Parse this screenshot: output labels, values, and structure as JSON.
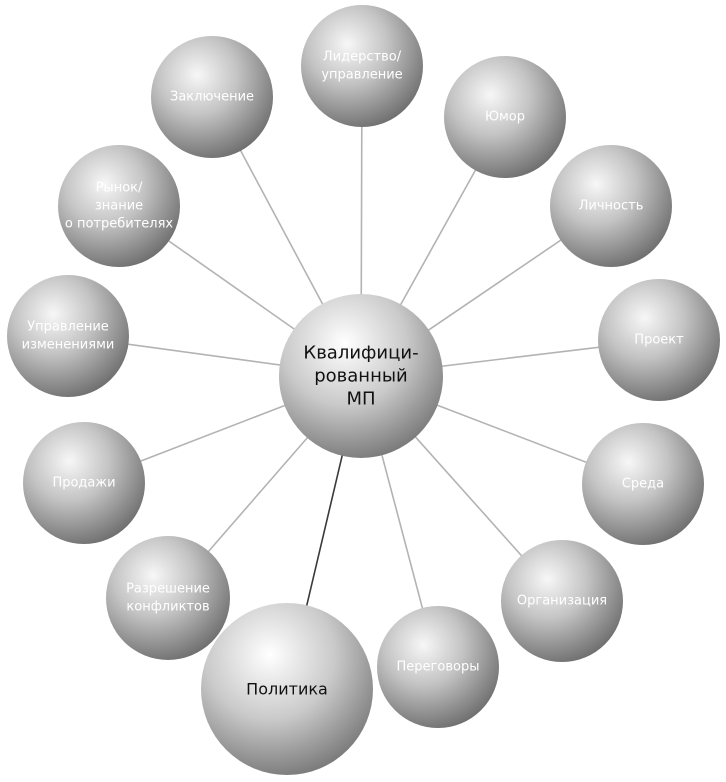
{
  "center": {
    "lines": [
      "Квалифици-",
      "рованный",
      "МП"
    ]
  },
  "nodes": [
    {
      "id": "leadership",
      "lines": [
        "Лидерство/",
        "управление"
      ]
    },
    {
      "id": "humor",
      "lines": [
        "Юмор"
      ]
    },
    {
      "id": "personality",
      "lines": [
        "Личность"
      ]
    },
    {
      "id": "project",
      "lines": [
        "Проект"
      ]
    },
    {
      "id": "environment",
      "lines": [
        "Среда"
      ]
    },
    {
      "id": "organization",
      "lines": [
        "Организация"
      ]
    },
    {
      "id": "negotiations",
      "lines": [
        "Переговоры"
      ]
    },
    {
      "id": "politics",
      "lines": [
        "Политика"
      ]
    },
    {
      "id": "conflict-resolution",
      "lines": [
        "Разрешение",
        "конфликтов"
      ]
    },
    {
      "id": "sales",
      "lines": [
        "Продажи"
      ]
    },
    {
      "id": "change-management",
      "lines": [
        "Управление",
        "изменениями"
      ]
    },
    {
      "id": "market-knowledge",
      "lines": [
        "Рынок/",
        "знание",
        "о потребителях"
      ]
    },
    {
      "id": "conclusion",
      "lines": [
        "Заключение"
      ]
    }
  ],
  "colors": {
    "sphere_light": "#f4f4f4",
    "sphere_mid": "#b9b9b9",
    "sphere_dark": "#6e6e6e",
    "connector": "#b3b3b3",
    "highlight_connector": "#3a3a3a",
    "label_light": "#ffffff",
    "label_dark": "#111111"
  }
}
